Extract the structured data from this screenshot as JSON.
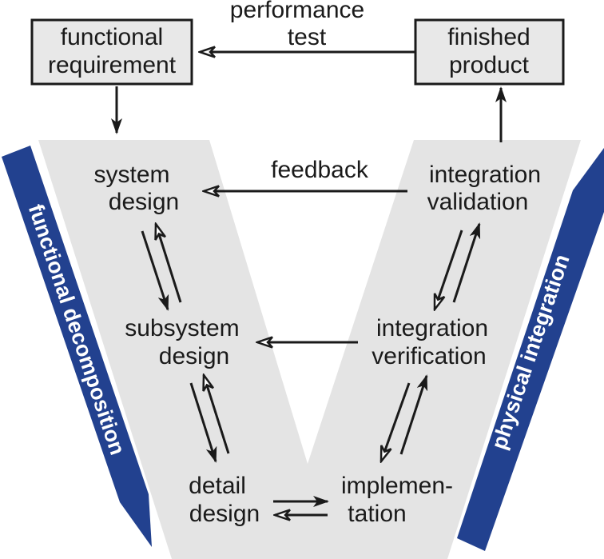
{
  "colors": {
    "band": "#22418f",
    "v_shape": "#e4e4e4",
    "box_fill": "#e8e8e8",
    "ink": "#1a1a1a"
  },
  "boxes": {
    "functional_requirement": [
      "functional",
      "requirement"
    ],
    "finished_product": [
      "finished",
      "product"
    ]
  },
  "edges": {
    "performance_test": [
      "performance",
      "test"
    ],
    "feedback": "feedback"
  },
  "left_arm": {
    "system_design": [
      "system",
      "design"
    ],
    "subsystem_design": [
      "subsystem",
      "design"
    ],
    "detail_design": [
      "detail",
      "design"
    ]
  },
  "right_arm": {
    "integration_validation": [
      "integration",
      "validation"
    ],
    "integration_verification": [
      "integration",
      "verification"
    ],
    "implementation": [
      "implemen-",
      "tation"
    ]
  },
  "bands": {
    "left": "functional decomposition",
    "right": "physical integration"
  }
}
